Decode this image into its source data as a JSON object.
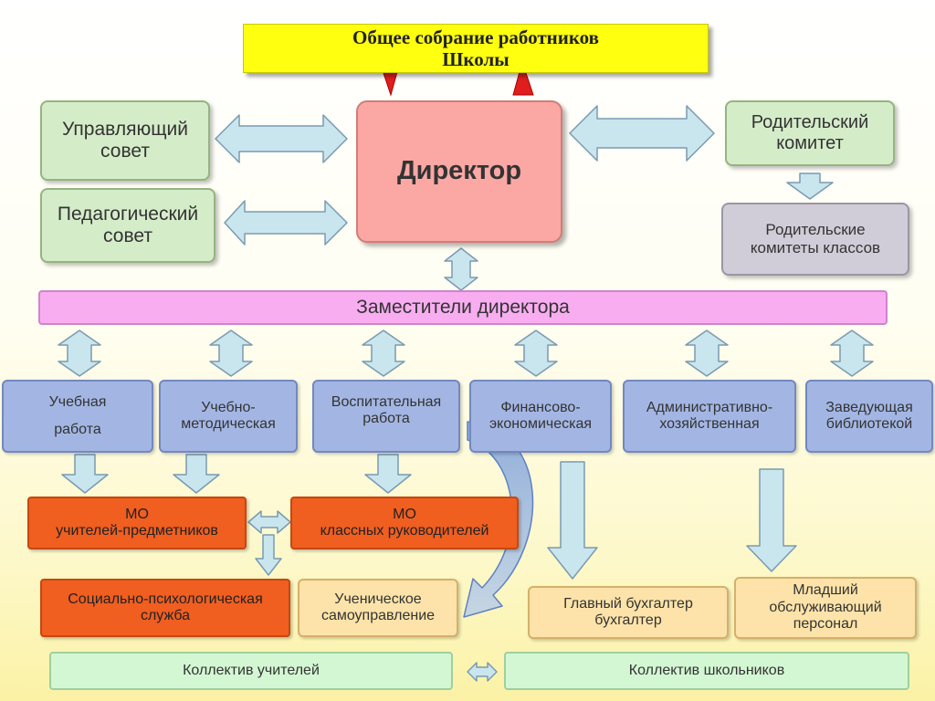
{
  "general_meeting": {
    "line1": "Общее собрание работников",
    "line2": "Школы"
  },
  "director": "Директор",
  "managing_council": {
    "line1": "Управляющий",
    "line2": "совет"
  },
  "pedagogical_council": {
    "line1": "Педагогический",
    "line2": "совет"
  },
  "parent_committee": {
    "line1": "Родительский",
    "line2": "комитет"
  },
  "class_parent_committees": {
    "line1": "Родительские",
    "line2": "комитеты классов"
  },
  "deputies": "Заместители директора",
  "departments": [
    {
      "line1": "Учебная",
      "line2": "работа"
    },
    {
      "line1": "Учебно-",
      "line2": "методическая"
    },
    {
      "line1": "Воспитательная",
      "line2": "работа"
    },
    {
      "line1": "Финансово-",
      "line2": "экономическая"
    },
    {
      "line1": "Административно-",
      "line2": "хозяйственная"
    },
    {
      "line1": "Заведующая",
      "line2": "библиотекой"
    }
  ],
  "mo_subject_teachers": {
    "line1": "МО",
    "line2": "учителей-предметников"
  },
  "mo_class_teachers": {
    "line1": "МО",
    "line2": "классных руководителей"
  },
  "social_psych_service": {
    "line1": "Социально-психологическая",
    "line2": "служба"
  },
  "student_government": {
    "line1": "Ученическое",
    "line2": "самоуправление"
  },
  "chief_accountant": {
    "line1": "Главный бухгалтер",
    "line2": "бухгалтер"
  },
  "junior_staff": {
    "line1": "Младший",
    "line2": "обслуживающий",
    "line3": "персонал"
  },
  "teachers_collective": "Коллектив учителей",
  "students_collective": "Коллектив школьников",
  "colors": {
    "arrow_fill": "#c9e6ee",
    "arrow_stroke": "#7a9ab0",
    "red_arrow": "#e01e1e"
  }
}
